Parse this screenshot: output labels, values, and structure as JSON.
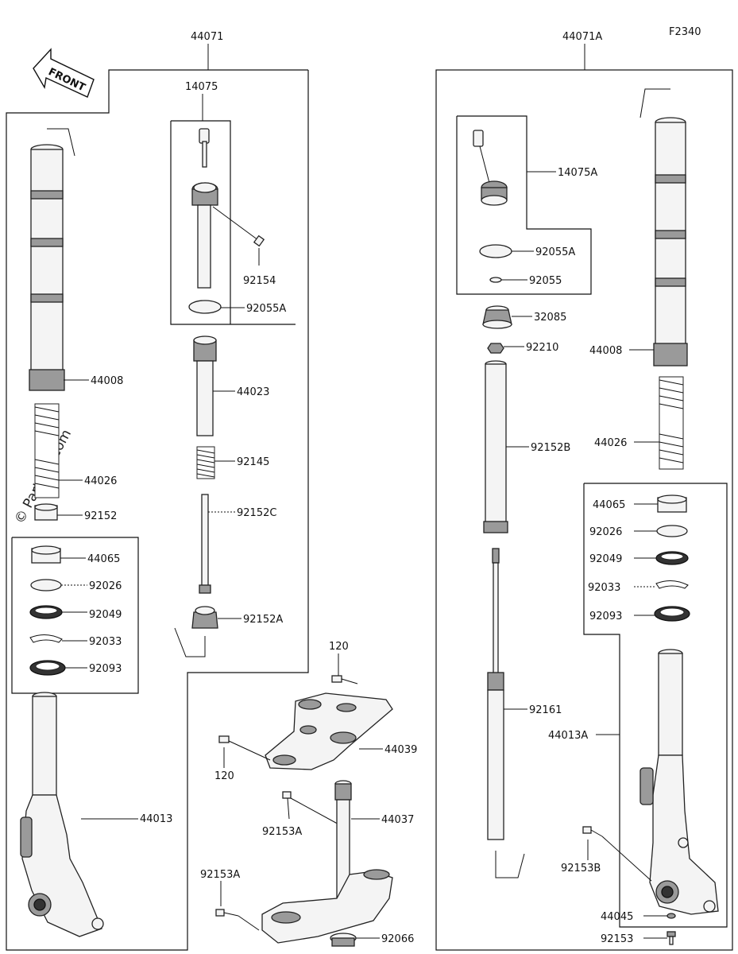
{
  "figure_code": "F2340",
  "front_label": "FRONT",
  "watermark": "© Partzilla.com",
  "labels": {
    "a44071": "44071",
    "a14075": "14075",
    "a92154": "92154",
    "a92055A": "92055A",
    "a44023": "44023",
    "a92145": "92145",
    "a92152C": "92152C",
    "a92152A": "92152A",
    "a44008": "44008",
    "a44026": "44026",
    "a92152": "92152",
    "a44065": "44065",
    "a92026": "92026",
    "a92049": "92049",
    "a92033": "92033",
    "a92093": "92093",
    "a44013": "44013",
    "c120top": "120",
    "c44039": "44039",
    "c120left": "120",
    "c92153A_a": "92153A",
    "c44037": "44037",
    "c92153A_b": "92153A",
    "c92066": "92066",
    "b44071A": "44071A",
    "b14075A": "14075A",
    "b92055A": "92055A",
    "b92055": "92055",
    "b32085": "32085",
    "b92210": "92210",
    "b44008": "44008",
    "b92152B": "92152B",
    "b44026": "44026",
    "b44065": "44065",
    "b92026": "92026",
    "b92049": "92049",
    "b92033": "92033",
    "b92093": "92093",
    "b92161": "92161",
    "b44013A": "44013A",
    "b92153B": "92153B",
    "b44045": "44045",
    "b92153": "92153"
  }
}
